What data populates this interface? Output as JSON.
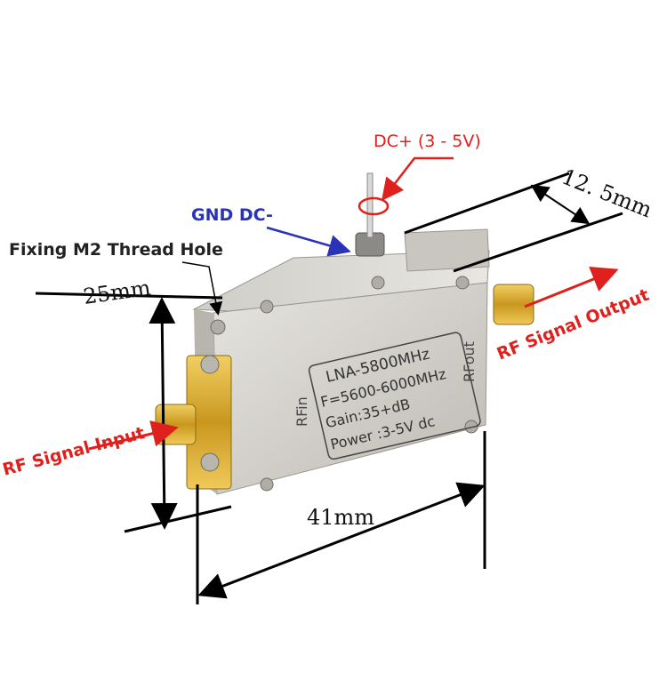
{
  "product_label": {
    "model": "LNA-5800MHz",
    "frequency": "F=5600-6000MHz",
    "gain": "Gain:35+dB",
    "power": "Power :3-5V dc"
  },
  "port_labels": {
    "input": "RFin",
    "output": "RFout"
  },
  "annotations": {
    "dc_plus": "DC+ (3 - 5V)",
    "gnd": "GND DC-",
    "fixing_hole": "Fixing M2 Thread Hole",
    "rf_input": "RF Signal Input",
    "rf_output": "RF Signal Output"
  },
  "dimensions": {
    "depth": "12. 5mm",
    "height": "25mm",
    "length": "41mm"
  },
  "colors": {
    "red": "#e0201c",
    "blue": "#2a33b8",
    "body": "#d9d7d2",
    "gold": "#d4a82a"
  }
}
